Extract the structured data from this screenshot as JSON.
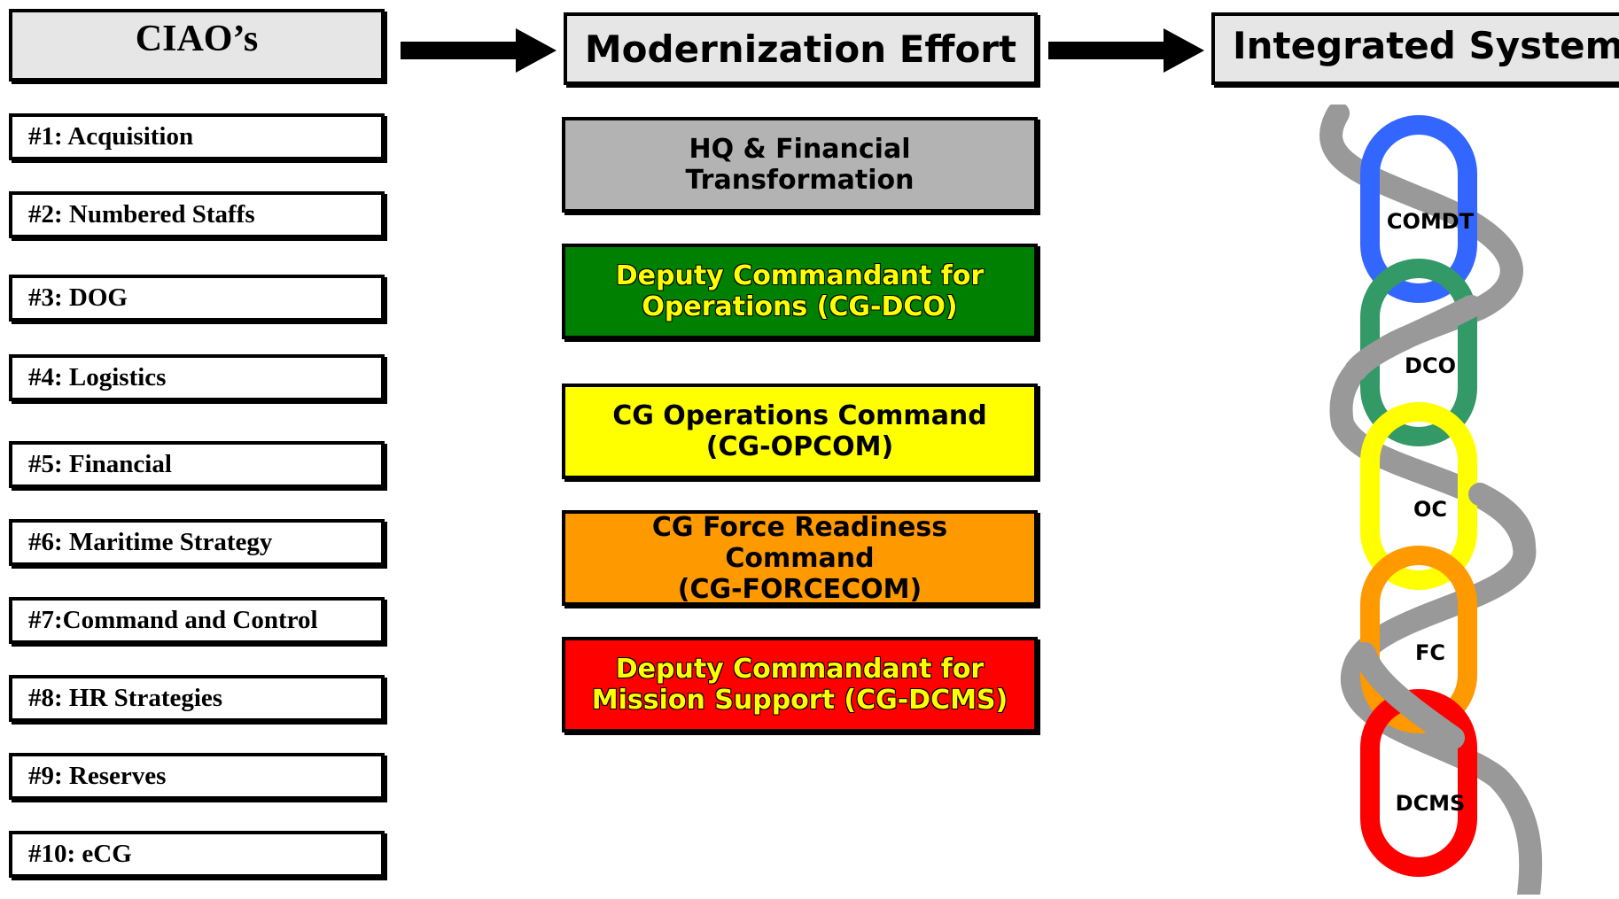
{
  "headers": {
    "ciao": "CIAO’s",
    "modernization": "Modernization Effort",
    "integrated": "Integrated System"
  },
  "ciao_items": [
    "#1: Acquisition",
    "#2: Numbered Staffs",
    "#3: DOG",
    "#4: Logistics",
    "#5: Financial",
    "#6: Maritime Strategy",
    "#7:Command and Control",
    "#8: HR Strategies",
    "#9: Reserves",
    "#10: eCG"
  ],
  "efforts": [
    {
      "label": "HQ & Financial\nTransformation",
      "bg": "#b3b3b3",
      "text_color": "#000000"
    },
    {
      "label": "Deputy Commandant for\nOperations (CG-DCO)",
      "bg": "#008000",
      "text_color": "#ffff00"
    },
    {
      "label": "CG Operations Command\n(CG-OPCOM)",
      "bg": "#ffff00",
      "text_color": "#000000"
    },
    {
      "label": "CG Force Readiness Command\n(CG-FORCECOM)",
      "bg": "#ff9900",
      "text_color": "#000000"
    },
    {
      "label": "Deputy Commandant for\nMission Support (CG-DCMS)",
      "bg": "#ff0000",
      "text_color": "#ffff00"
    }
  ],
  "chain_links": [
    {
      "label": "COMDT",
      "color": "#3366ff"
    },
    {
      "label": "DCO",
      "color": "#339966"
    },
    {
      "label": "OC",
      "color": "#ffff00"
    },
    {
      "label": "FC",
      "color": "#ff9900"
    },
    {
      "label": "DCMS",
      "color": "#ff0000"
    }
  ],
  "helix_color": "#999999"
}
